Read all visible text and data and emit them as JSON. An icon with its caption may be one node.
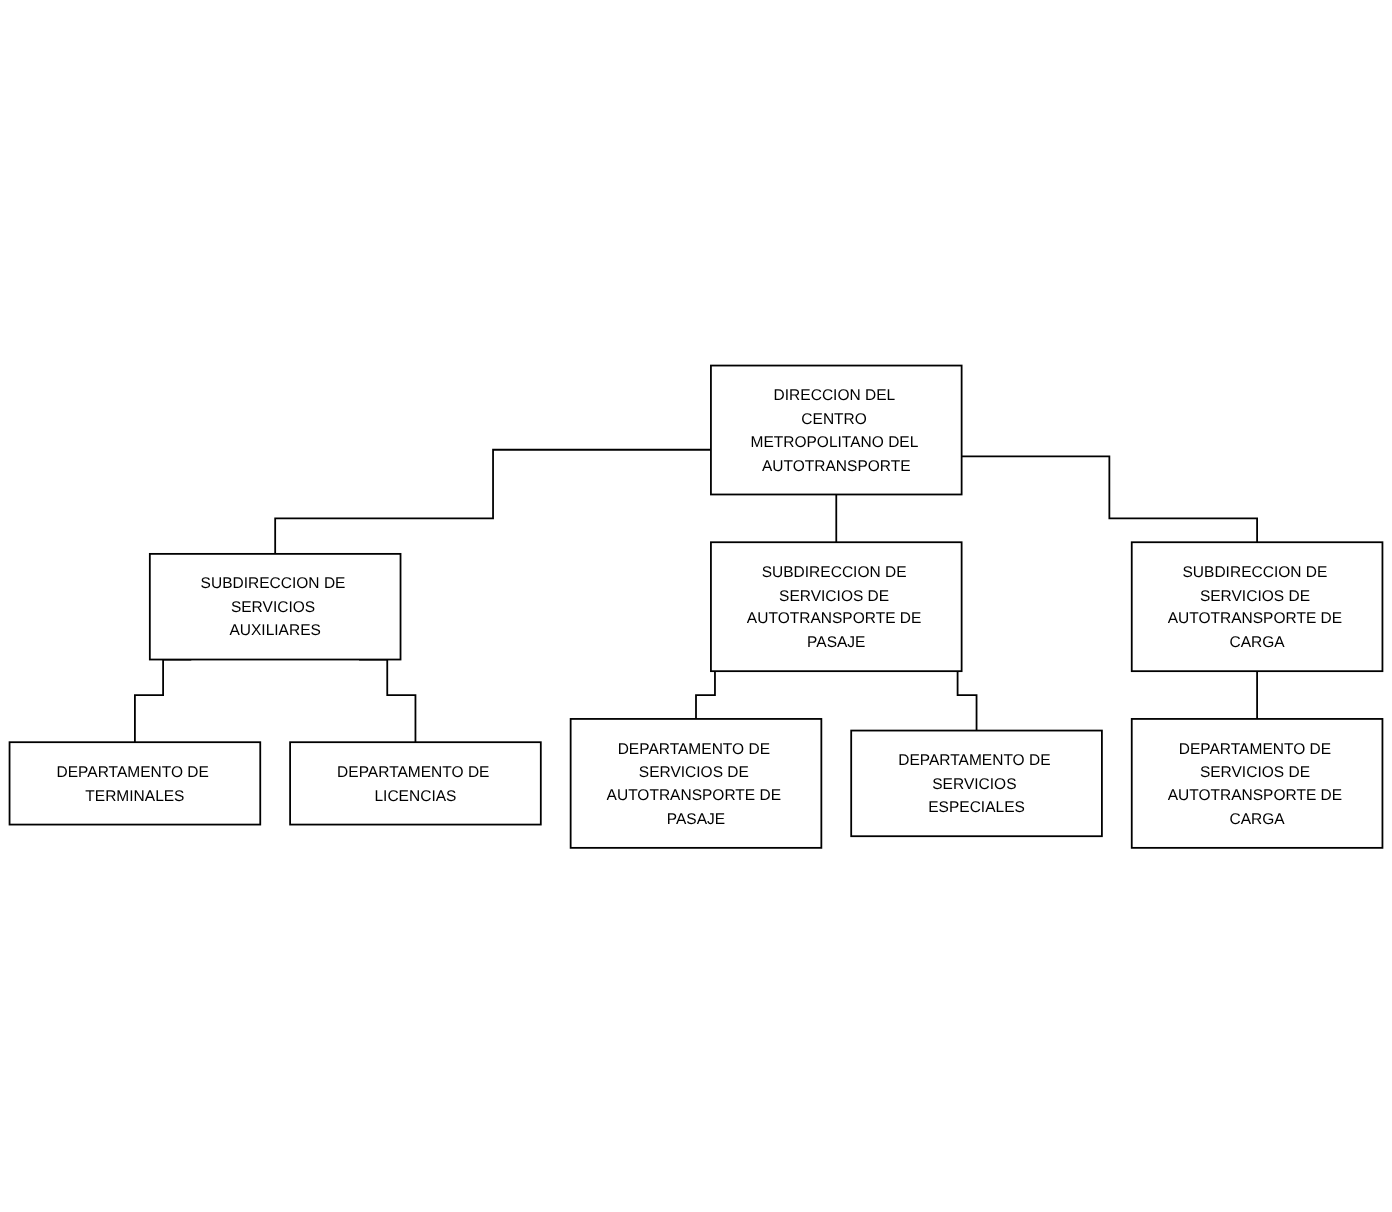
{
  "diagram": {
    "nodes": [
      {
        "text": [
          "DIRECCION DEL CENTRO METROPOLITANO DEL AUTOTRANSPORTE"
        ]
      },
      {
        "text": [
          "SUBDIRECCION DE SERVICIOS AUXILIARES"
        ]
      },
      {
        "text": [
          "SUBDIRECCION DE SERVICIOS DE AUTOTRANSPORTE DE PASAJE"
        ]
      },
      {
        "text": [
          "SUBDIRECCION DE SERVICIOS DE AUTOTRANSPORTE DE CARGA"
        ]
      },
      {
        "text": [
          "DEPARTAMENTO DE TERMINALES"
        ]
      },
      {
        "text": [
          "DEPARTAMENTO DE LICENCIAS"
        ]
      },
      {
        "text": [
          "DEPARTAMENTO DE SERVICIOS DE AUTOTRANSPORTE DE PASAJE"
        ]
      },
      {
        "text": [
          "DEPARTAMENTO DE SERVICIOS ESPECIALES"
        ]
      },
      {
        "text": [
          "DEPARTAMENTO DE SERVICIOS DE AUTOTRANSPORTE DE CARGA"
        ]
      }
    ],
    "edges": [
      {
        "from": 0,
        "to": 1,
        "arrow": "none"
      },
      {
        "from": 0,
        "to": 2,
        "arrow": "none"
      },
      {
        "from": 0,
        "to": 3,
        "arrow": "none"
      },
      {
        "from": 1,
        "to": 4,
        "arrow": "none"
      },
      {
        "from": 1,
        "to": 5,
        "arrow": "none"
      },
      {
        "from": 2,
        "to": 6,
        "arrow": "none"
      },
      {
        "from": 2,
        "to": 7,
        "arrow": "none"
      },
      {
        "from": 3,
        "to": 8,
        "arrow": "none"
      }
    ]
  }
}
